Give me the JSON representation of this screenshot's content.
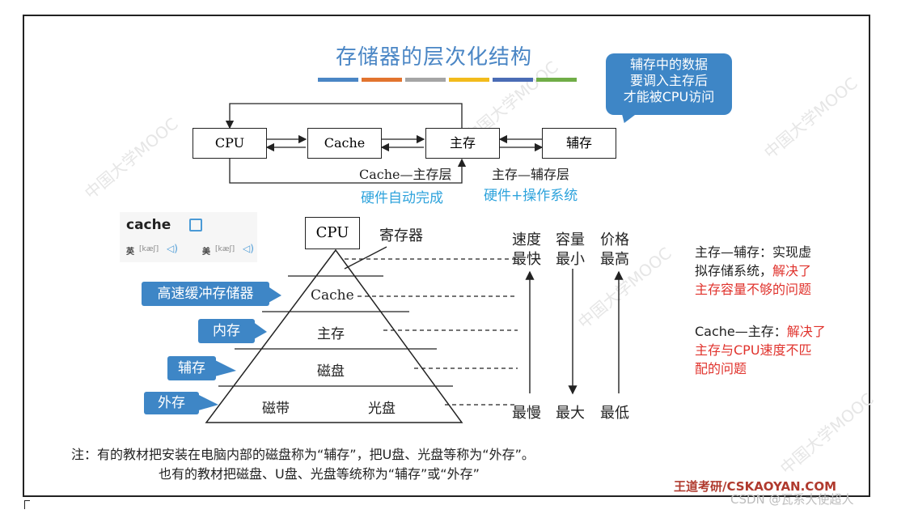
{
  "title": "存储器的层次化结构",
  "accent_bars": [
    "#4a86c5",
    "#e2742f",
    "#a5a5a5",
    "#f2bb1c",
    "#4a6cb5",
    "#70ad47"
  ],
  "callout": {
    "line1": "辅存中的数据",
    "line2": "要调入主存后",
    "line3": "才能被CPU访问"
  },
  "flow": {
    "cpu": "CPU",
    "cache": "Cache",
    "main": "主存",
    "aux": "辅存",
    "layer1": "Cache—主存层",
    "layer1_note": "硬件自动完成",
    "layer2": "主存—辅存层",
    "layer2_note": "硬件+操作系统"
  },
  "dict": {
    "word": "cache",
    "uk": "英",
    "uk_ipa": "[kæʃ]",
    "us": "美",
    "us_ipa": "[kæʃ]"
  },
  "pyramid": {
    "top": "CPU",
    "register": "寄存器",
    "l1": "Cache",
    "l2": "主存",
    "l3": "磁盘",
    "l4a": "磁带",
    "l4b": "光盘"
  },
  "tags": {
    "cache": "高速缓冲存储器",
    "internal": "内存",
    "aux": "辅存",
    "external": "外存"
  },
  "axes": {
    "speed_top": "速度",
    "speed_mid": "最快",
    "speed_bottom": "最慢",
    "cap_top": "容量",
    "cap_mid": "最小",
    "cap_bottom": "最大",
    "price_top": "价格",
    "price_mid": "最高",
    "price_bottom": "最低"
  },
  "side": {
    "a1": "主存—辅存：实现虚",
    "a2": "拟存储系统，",
    "a2_red": "解决了",
    "a3_red": "主存容量不够的问题",
    "b1": "Cache—主存：",
    "b1_red": "解决了",
    "b2_red": "主存与CPU速度不匹",
    "b3_red": "配的问题"
  },
  "note": {
    "line1": "注：有的教材把安装在电脑内部的磁盘称为“辅存”，把U盘、光盘等称为“外存”。",
    "line2": "也有的教材把磁盘、U盘、光盘等统称为“辅存”或“外存”"
  },
  "brand": "王道考研/CSKAOYAN.COM",
  "csdn": "CSDN @瓦系大使超人",
  "watermark": "中国大学MOOC",
  "colors": {
    "blue_tag": "#3e86c6",
    "red": "#e0322c",
    "cyan": "#2ea3dc",
    "brand": "#b03a2e"
  }
}
